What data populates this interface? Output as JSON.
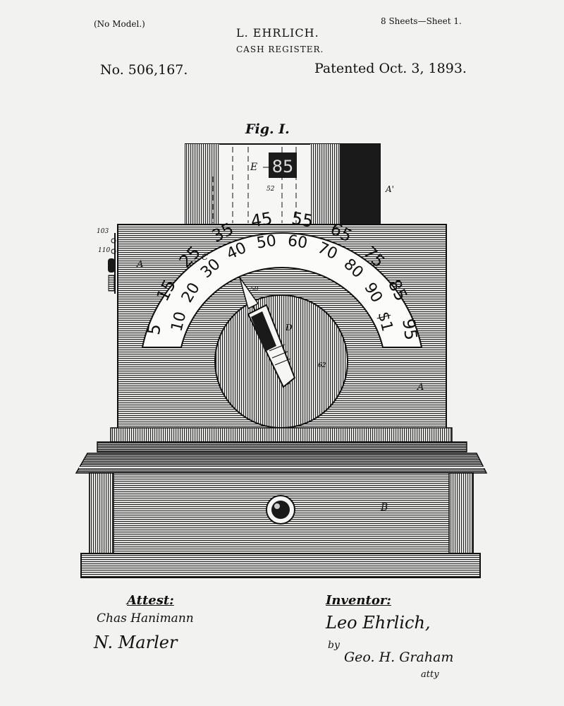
{
  "header": {
    "no_model": "(No Model.)",
    "sheets": "8 Sheets—Sheet 1.",
    "inventor": "L. EHRLICH.",
    "title": "CASH REGISTER.",
    "patent_number": "No. 506,167.",
    "patent_date": "Patented Oct. 3, 1893."
  },
  "figure": {
    "label": "Fig. I.",
    "display_value": "85",
    "outer_dial": [
      "5",
      "15",
      "25",
      "35",
      "45",
      "55",
      "65",
      "75",
      "85",
      "95"
    ],
    "inner_dial": [
      "10",
      "20",
      "30",
      "40",
      "50",
      "60",
      "70",
      "80",
      "90",
      "$1"
    ],
    "ref_letters": {
      "e": "E",
      "n52": "52",
      "a_prime": "A'",
      "n103": "103",
      "n110": "110",
      "a_left": "A",
      "c": "C",
      "n50": "50",
      "d": "D",
      "n62": "62",
      "a_right": "A",
      "b": "B"
    }
  },
  "signatures": {
    "attest_label": "Attest:",
    "witness_1": "Chas Hanimann",
    "witness_2": "N. Marler",
    "inventor_label": "Inventor:",
    "inventor_signature": "Leo Ehrlich,",
    "by": "by",
    "attorney_signature": "Geo. H. Graham",
    "atty": "atty"
  }
}
